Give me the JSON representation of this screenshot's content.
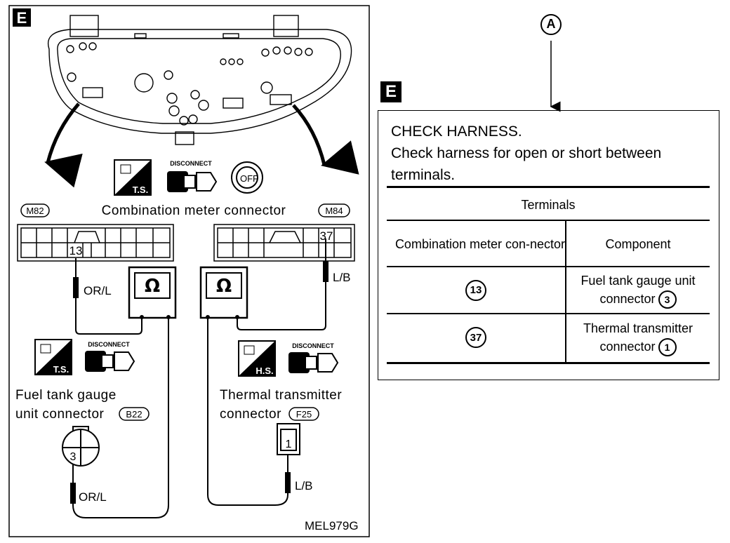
{
  "left_panel": {
    "tag": "E",
    "figure_code": "MEL979G",
    "harness_label": "Combination meter connector",
    "connector_left_id": "M82",
    "connector_right_id": "M84",
    "terminal_left": "13",
    "terminal_right": "37",
    "wire_left_top": "OR/L",
    "wire_right_top": "L/B",
    "wire_left_bottom": "OR/L",
    "wire_right_bottom": "L/B",
    "ohm_symbol": "Ω",
    "icon_ts": "T.S.",
    "icon_hs": "H.S.",
    "icon_disconnect": "DISCONNECT",
    "icon_off": "OFF",
    "fuel_label_line1": "Fuel tank gauge",
    "fuel_label_line2": "unit connector",
    "fuel_connector_id": "B22",
    "fuel_terminal": "3",
    "thermal_label_line1": "Thermal transmitter",
    "thermal_label_line2": "connector",
    "thermal_connector_id": "F25",
    "thermal_terminal": "1"
  },
  "right_panel": {
    "callout": "A",
    "tag": "E",
    "heading": "CHECK HARNESS.",
    "instruction": "Check harness for open or short between terminals.",
    "table": {
      "group_header": "Terminals",
      "col_1": "Combination meter con-nector",
      "col_2": "Component",
      "rows": [
        {
          "terminal": "13",
          "component": "Fuel tank gauge unit connector",
          "component_num": "3"
        },
        {
          "terminal": "37",
          "component": "Thermal transmitter connector",
          "component_num": "1"
        }
      ]
    }
  }
}
